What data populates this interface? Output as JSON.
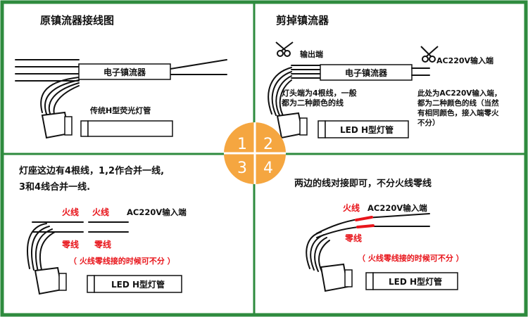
{
  "badges": {
    "one": "1",
    "two": "2",
    "three": "3",
    "four": "4"
  },
  "panel1": {
    "title": "原镇流器接线图",
    "ballast_label": "电子镇流器",
    "lamp_label": "传统H型荧光灯管"
  },
  "panel2": {
    "title": "剪掉镇流器",
    "output_label": "输出端",
    "input_label": "AC220V输入端",
    "ballast_label": "电子镇流器",
    "note_left_1": "灯头端为4根线，一般",
    "note_left_2": "都为二种颜色的线",
    "note_right_1": "此处为AC220V输入端，",
    "note_right_2": "都为二种颜色的线（当然",
    "note_right_3": "有相同颜色，接入端零火",
    "note_right_4": "不分）",
    "lamp_label": "LED H型灯管"
  },
  "panel3": {
    "title_1": "灯座这边有4根线，1,2作合并一线,",
    "title_2": "3和4线合并一线.",
    "live_left": "火线",
    "live_right": "火线",
    "neutral_left": "零线",
    "neutral_right": "零线",
    "input_label": "AC220V输入端",
    "note": "（ 火线零线接的时候可不分 ）",
    "lamp_label": "LED H型灯管"
  },
  "panel4": {
    "title": "两边的线对接即可，不分火线零线",
    "live": "火线",
    "input_label": "AC220V输入端",
    "neutral": "零线",
    "note": "（ 火线零线接的时候可不分 ）",
    "lamp_label": "LED H型灯管"
  }
}
